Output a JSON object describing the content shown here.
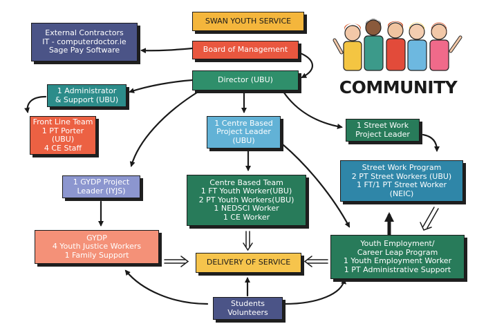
{
  "boxes": {
    "swan": [
      "SWAN YOUTH SERVICE"
    ],
    "board": [
      "Board of  Management"
    ],
    "director": [
      "Director (UBU)"
    ],
    "external": [
      "External Contractors",
      "IT - computerdoctor.ie",
      "Sage Pay Software"
    ],
    "admin": [
      "1 Administrator",
      "& Support (UBU)"
    ],
    "frontline": [
      "Front Line Team",
      "1 PT Porter",
      "(UBU)",
      "4 CE Staff"
    ],
    "centre_leader": [
      "1 Centre Based",
      "Project Leader",
      "(UBU)"
    ],
    "street_leader": [
      "1 Street Work",
      "Project Leader"
    ],
    "centre_team": [
      "Centre Based Team",
      "1 FT Youth Worker(UBU)",
      "2 PT Youth Workers(UBU)",
      "1 NEDSCI Worker",
      "1 CE Worker"
    ],
    "street_program": [
      "Street Work Program",
      "2 PT Street Workers (UBU)",
      "1 FT/1 PT Street Worker",
      "(NEIC)"
    ],
    "gydp_leader": [
      "1 GYDP Project",
      "Leader (IYJS)"
    ],
    "gydp": [
      "GYDP",
      "4 Youth Justice Workers",
      "1 Family Support"
    ],
    "delivery": [
      "DELIVERY OF SERVICE"
    ],
    "youth_emp": [
      "Youth Employment/",
      "Career Leap Program",
      "1 Youth Employment Worker",
      "1 PT Administrative Support"
    ],
    "students": [
      "Students",
      "Volunteers"
    ]
  },
  "community_label": "COMMUNITY",
  "colors": {
    "yellow": "#f4b63c",
    "red": "#e9573f",
    "green": "#2f8f6b",
    "blue": "#62b2d6",
    "navy": "#4b5487",
    "salmon": "#f49178"
  },
  "icons": [
    "community-people-illustration"
  ]
}
